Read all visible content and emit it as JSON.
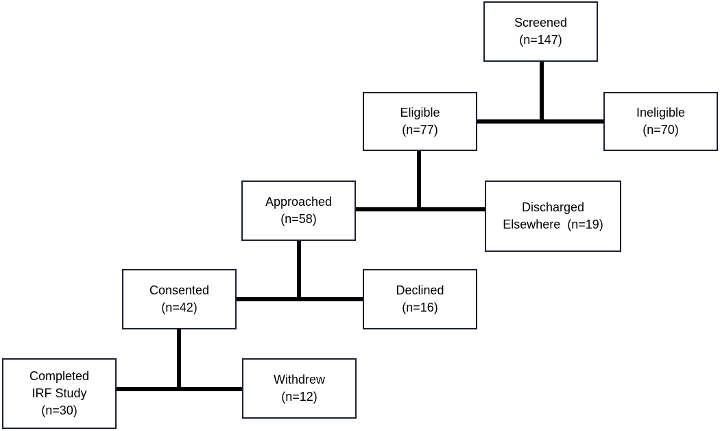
{
  "flowchart": {
    "boxes": {
      "screened": {
        "label": "Screened",
        "count": "(n=147)"
      },
      "eligible": {
        "label": "Eligible",
        "count": "(n=77)"
      },
      "ineligible": {
        "label": "Ineligible",
        "count": "(n=70)"
      },
      "approached": {
        "label": "Approached",
        "count": "(n=58)"
      },
      "discharged": {
        "label": "Discharged",
        "count": "Elsewhere  (n=19)"
      },
      "consented": {
        "label": "Consented",
        "count": "(n=42)"
      },
      "declined": {
        "label": "Declined",
        "count": "(n=16)"
      },
      "completed": {
        "label": "Completed",
        "label2": "IRF Study",
        "count": "(n=30)"
      },
      "withdrew": {
        "label": "Withdrew",
        "count": "(n=12)"
      }
    },
    "colors": {
      "box_border": "#1b2033",
      "connector": "#000000",
      "background": "#ffffff",
      "text": "#000000"
    }
  }
}
